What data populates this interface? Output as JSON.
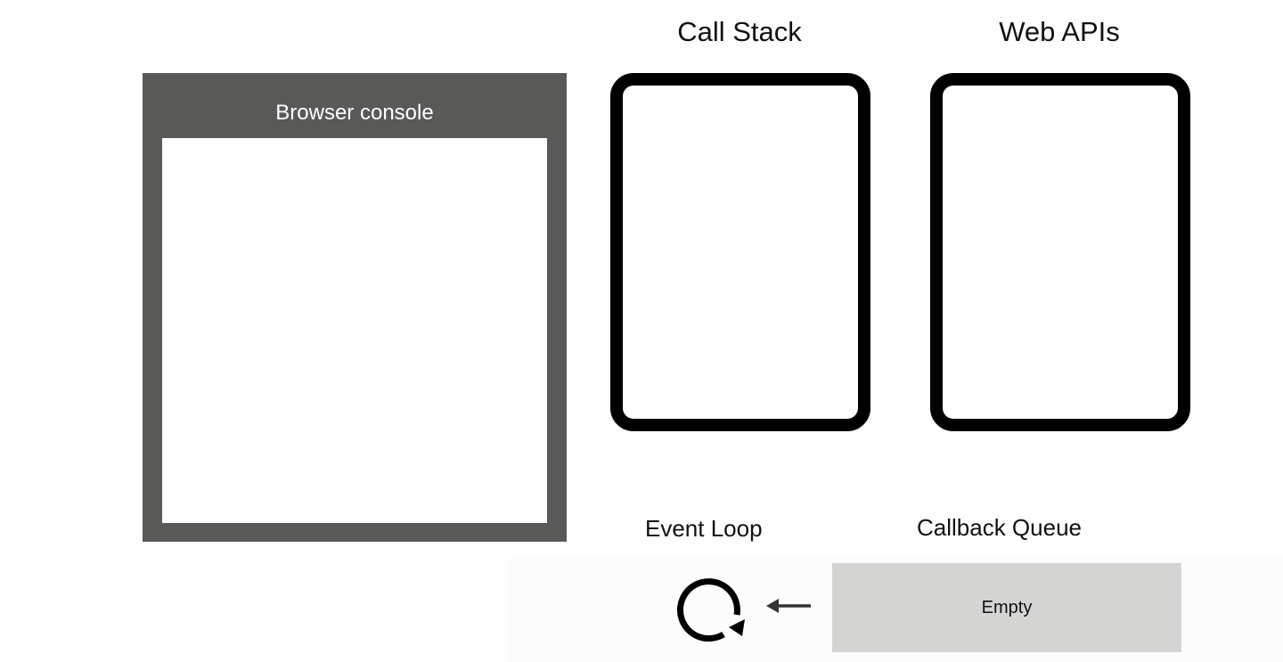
{
  "console": {
    "title": "Browser console"
  },
  "call_stack": {
    "title": "Call Stack"
  },
  "web_apis": {
    "title": "Web APIs"
  },
  "event_loop": {
    "label": "Event Loop",
    "icon": "circular-arrow-icon"
  },
  "callback_queue": {
    "label": "Callback Queue",
    "status": "Empty"
  },
  "flow": {
    "icon": "left-arrow-icon"
  },
  "colors": {
    "console_frame": "#595958",
    "panel_border": "#000000",
    "queue_fill": "#d4d5d3",
    "background": "#fefefe"
  }
}
